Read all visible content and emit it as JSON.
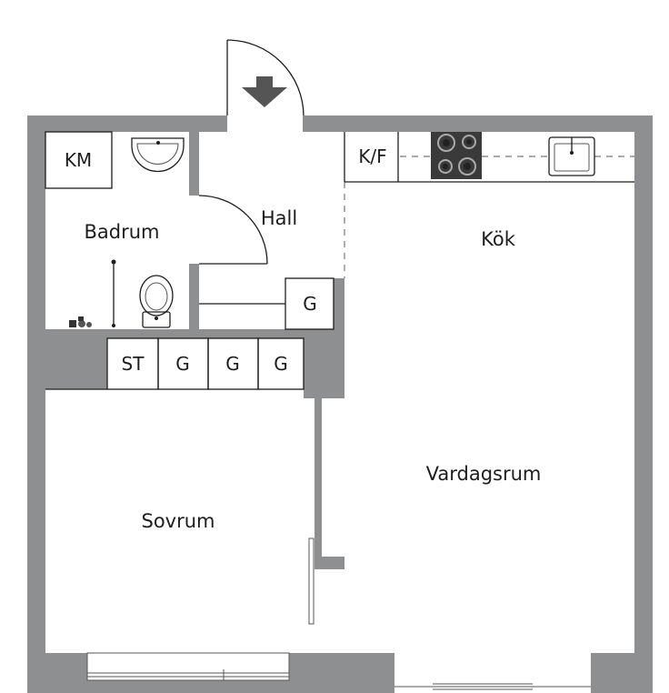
{
  "floor_plan": {
    "rooms": {
      "badrum": "Badrum",
      "hall": "Hall",
      "kok": "Kök",
      "vardagsrum": "Vardagsrum",
      "sovrum": "Sovrum"
    },
    "fixtures": {
      "washing_machine": "KM",
      "fridge_freezer": "K/F",
      "hall_wardrobe": "G",
      "storage_cabinet": "ST",
      "bedroom_wardrobe_1": "G",
      "bedroom_wardrobe_2": "G",
      "bedroom_wardrobe_3": "G"
    },
    "icons": [
      "entrance-arrow-icon",
      "door-swing-icon",
      "washbasin-icon",
      "toilet-icon",
      "shower-icon",
      "stove-icon",
      "sink-icon"
    ],
    "colors": {
      "wall": "#8d8f91",
      "stove": "#3a3a3a",
      "line": "#1d1d1b"
    }
  }
}
